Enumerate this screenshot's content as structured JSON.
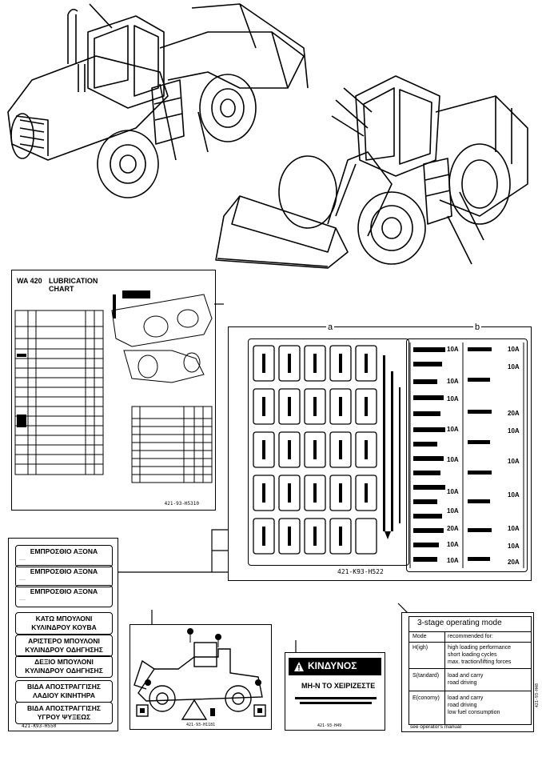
{
  "lubrication_chart": {
    "model": "WA 420",
    "title_line1": "LUBRICATION",
    "title_line2": "CHART",
    "part_number": "421-93-H5310"
  },
  "fuse_panel": {
    "callout_a": "a",
    "callout_b": "b",
    "part_number": "421-K93-H522",
    "ratings": [
      "10A",
      "10A",
      "10A",
      "10A",
      "10A",
      "20A",
      "10A",
      "10A",
      "10A",
      "10A",
      "10A",
      "10A",
      "10A",
      "20A",
      "10A",
      "10A",
      "10A",
      "10A",
      "20A"
    ]
  },
  "greek_labels": {
    "items": [
      {
        "text": "ΕΜΠΡΟΣΘΙΟ ΑΞΟΝΑ",
        "sub": "····"
      },
      {
        "text": "ΕΜΠΡΟΣΘΙΟ ΑΞΟΝΑ",
        "sub": "····"
      },
      {
        "text": "ΕΜΠΡΟΣΘΙΟ ΑΞΟΝΑ",
        "sub": "····"
      },
      {
        "text": "ΚΑΤΩ ΜΠΟΥΛΟΝΙ ΚΥΛΙΝΔΡΟΥ ΚΟΥΒΑ",
        "sub": ""
      },
      {
        "text": "ΑΡΙΣΤΕΡΟ ΜΠΟΥΛΟΝΙ ΚΥΛΙΝΔΡΟΥ ΟΔΗΓΗΣΗΣ",
        "sub": ""
      },
      {
        "text": "ΔΕΞΙΟ ΜΠΟΥΛΟΝΙ ΚΥΛΙΝΔΡΟΥ ΟΔΗΓΗΣΗΣ",
        "sub": ""
      },
      {
        "text": "ΒΙΔΑ ΑΠΟΣΤΡΑΓΓΙΣΗΣ ΛΑΔΙΟΥ ΚΙΝΗΤΗΡΑ",
        "sub": ""
      },
      {
        "text": "ΒΙΔΑ ΑΠΟΣΤΡΑΓΓΙΣΗΣ ΥΓΡΟΥ ΨΥΞΕΩΣ",
        "sub": ""
      }
    ],
    "part_number": "421-K93-H550"
  },
  "loader_decal": {
    "part_number": "421-93-H1181"
  },
  "danger_label": {
    "title": "ΚΙΝΔΥΝΟΣ",
    "subtitle": "ΜΗ-Ν ΤΟ ΧΕΙΡΙΖΕΣΤΕ",
    "part_number": "421-93-H49"
  },
  "operating_mode": {
    "title": "3-stage operating mode",
    "header_mode": "Mode",
    "header_recommended": "recommended for:",
    "rows": [
      {
        "mode": "H(igh)",
        "lines": [
          "high loading performance",
          "short loading cycles",
          "max. traction/lifting forces"
        ]
      },
      {
        "mode": "S(tandard)",
        "lines": [
          "load and carry",
          "road driving"
        ]
      },
      {
        "mode": "E(conomy)",
        "lines": [
          "load and carry",
          "road driving",
          "low fuel consumption"
        ]
      }
    ],
    "footer": "see operator's manual",
    "part_number": "421-93-H48"
  }
}
